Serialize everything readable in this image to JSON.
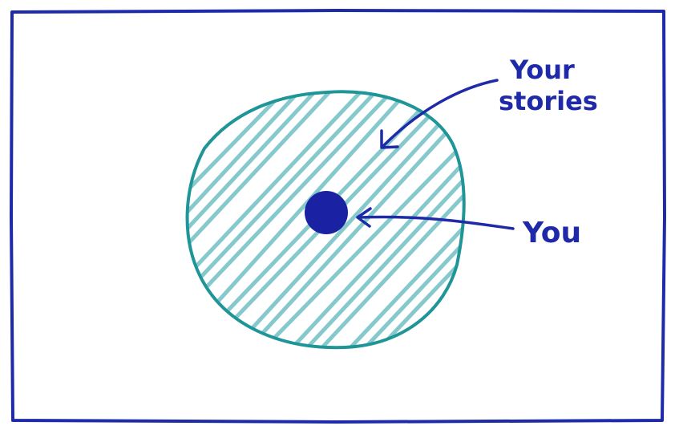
{
  "colors": {
    "frame": "#1e2aa8",
    "ink": "#1e2aa8",
    "circle_outline": "#1f9598",
    "hatch": "#86c9cd",
    "dot": "#1a22a3",
    "background": "#ffffff"
  },
  "labels": {
    "stories": [
      "Your",
      "stories"
    ],
    "you": "You"
  },
  "icons": {
    "stories_arrow": "arrow-pointing-down-left",
    "you_arrow": "arrow-pointing-left"
  }
}
